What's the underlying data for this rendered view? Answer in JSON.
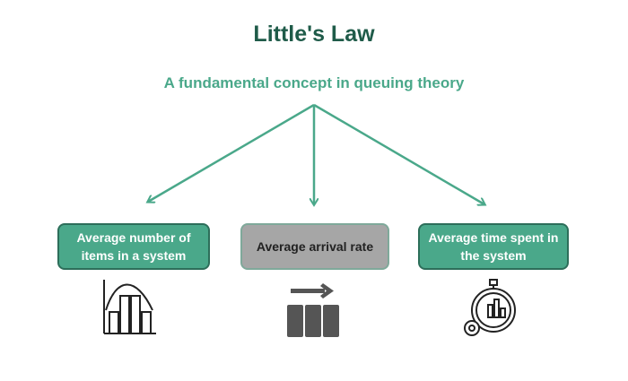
{
  "title": "Little's Law",
  "subtitle": "A fundamental concept in queuing theory",
  "boxes": [
    {
      "label": "Average number of items in a system"
    },
    {
      "label": "Average arrival rate"
    },
    {
      "label": "Average time spent in the system"
    }
  ],
  "colors": {
    "title": "#1f5b49",
    "accent": "#4aa88a",
    "grey": "#a6a6a6",
    "icon": "#555555"
  }
}
